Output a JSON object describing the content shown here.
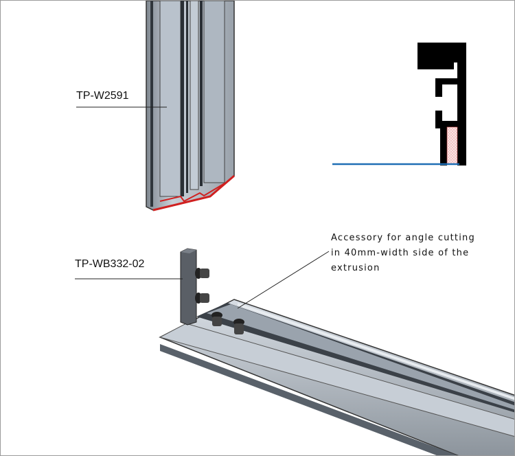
{
  "labels": {
    "part_top": "TP-W2591",
    "part_bracket": "TP-WB332-02",
    "accessory_note": [
      "Accessory for angle cutting",
      "in 40mm-width side of the",
      "extrusion"
    ]
  },
  "colors": {
    "baseline": "#1f6fb5",
    "cut_edge": "#d02020",
    "profile": "#000000",
    "gasket_hatch": "#f4c6c6"
  }
}
